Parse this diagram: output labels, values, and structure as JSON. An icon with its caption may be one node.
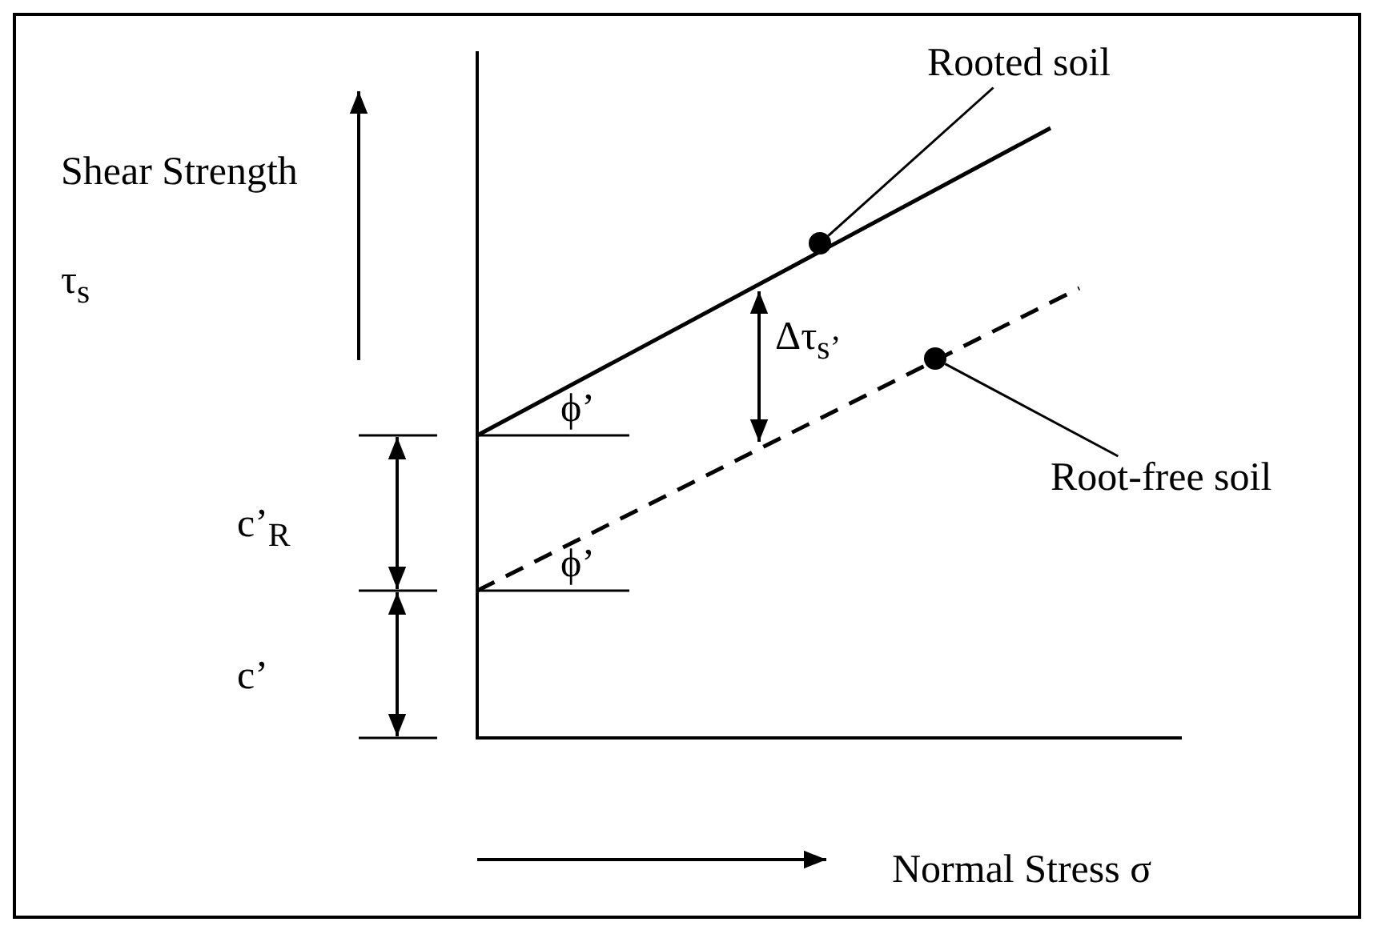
{
  "diagram": {
    "nodes": [
      {
        "text": [
          "Rooted soil"
        ]
      },
      {
        "text": [],
        "shape": "circle"
      },
      {
        "text": [
          "Root-free soil"
        ]
      },
      {
        "text": [],
        "shape": "circle"
      }
    ],
    "edges": [
      {
        "from": 0,
        "to": 1,
        "arrow": "none"
      },
      {
        "from": 2,
        "to": 3,
        "arrow": "none"
      }
    ],
    "labels": [
      "Shear Strength τ$_{s}$",
      "Δτ$_{s’}$",
      "ϕ’",
      "c’$_{R}$",
      "ϕ’",
      "c’",
      "Normal Stress σ"
    ]
  }
}
